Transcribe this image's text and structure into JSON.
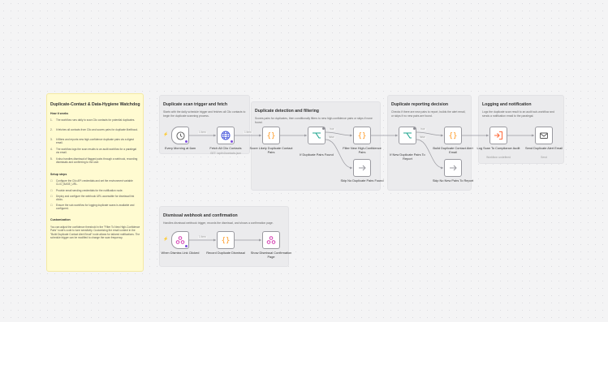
{
  "main_note": {
    "title": "Duplicate-Contact & Data-Hygiene Watchdog",
    "how_heading": "How it works",
    "how_steps": [
      "The workflow runs daily to scan Clio contacts for potential duplicates.",
      "It fetches all contacts from Clio and scores pairs for duplicate likelihood.",
      "It filters and reports new high-confidence duplicate pairs via a digest email.",
      "The workflow logs the scan results to an audit workflow for a paralegal via email.",
      "It also handles dismissal of flagged pairs through a webhook, recording dismissals and confirming to the user."
    ],
    "setup_heading": "Setup steps",
    "setup_steps": [
      "Configure the Clio API credentials and set the environment variable CLIO_BASE_URL.",
      "Provide email sending credentials for the notification node.",
      "Deploy and configure the webhook URL accessible for dismissal link clicks.",
      "Ensure the sub-workflow for logging duplicate scans is available and configured."
    ],
    "custom_heading": "Customization",
    "custom_text": "You can adjust the confidence threshold in the \"Filter To New High-Confidence Pairs\" node's code to tune sensitivity. Customizing the email content in the \"Build Duplicate Contact Alert Email\" node allows for tailored notifications. The schedule trigger can be modified to change the scan frequency."
  },
  "sections": [
    {
      "title": "Duplicate scan trigger and fetch",
      "text": "Starts with the daily schedule trigger and fetches all Clio contacts to begin the duplicate scanning process."
    },
    {
      "title": "Duplicate detection and filtering",
      "text": "Scores pairs for duplicates, then conditionally filters to new high-confidence pairs or skips if none found."
    },
    {
      "title": "Duplicate reporting decision",
      "text": "Checks if there are new pairs to report, builds the alert email, or skips if no new pairs are found."
    },
    {
      "title": "Logging and notification",
      "text": "Logs the duplicate scan result to an audit sub-workflow and sends a notification email to the paralegal."
    },
    {
      "title": "Dismissal webhook and confirmation",
      "text": "Handles dismissal webhook trigger, records the dismissal, and shows a confirmation page."
    }
  ],
  "nodes": {
    "schedule": {
      "label": "Every Morning at 6am"
    },
    "fetch": {
      "label": "Fetch All Clio Contacts",
      "sub": "GET: /api/v4/contacts.json"
    },
    "score": {
      "label": "Score Likely Duplicate Contact Pairs"
    },
    "if_found": {
      "label": "If Duplicate Pairs Found"
    },
    "filter": {
      "label": "Filter New High-Confidence Pairs"
    },
    "skip_found": {
      "label": "Skip No Duplicate Pairs Found"
    },
    "if_new": {
      "label": "If New Duplicate Pairs To Report"
    },
    "build": {
      "label": "Build Duplicate Contact Alert Email"
    },
    "skip_new": {
      "label": "Skip No New Pairs To Report"
    },
    "log": {
      "label": "Log Scan To Compliance Audit",
      "sub": "Workflow: undefined"
    },
    "send": {
      "label": "Send Duplicate Alert Email",
      "sub": "Send"
    },
    "webhook": {
      "label": "When Dismiss Link Clicked"
    },
    "record": {
      "label": "Record Duplicate Dismissal"
    },
    "show": {
      "label": "Show Dismissal Confirmation Page"
    }
  },
  "connections": {
    "item_label": "1 item",
    "true_label": "true",
    "false_label": "false"
  },
  "colors": {
    "trigger_purple": "#7c4ddb",
    "fetch_blue": "#4b5bdc",
    "code_orange": "#ff9b26",
    "if_teal": "#1ea58f",
    "noop_gray": "#9a9aa0",
    "subworkflow_orange": "#ff6d3f",
    "webhook_pink": "#d43cb0"
  },
  "icons": {
    "schedule": "clock-icon",
    "fetch": "globe-icon",
    "code": "code-braces-icon",
    "if": "split-arrows-icon",
    "noop": "arrow-right-icon",
    "subworkflow": "sign-in-icon",
    "email": "envelope-icon",
    "webhook": "webhook-icon"
  }
}
